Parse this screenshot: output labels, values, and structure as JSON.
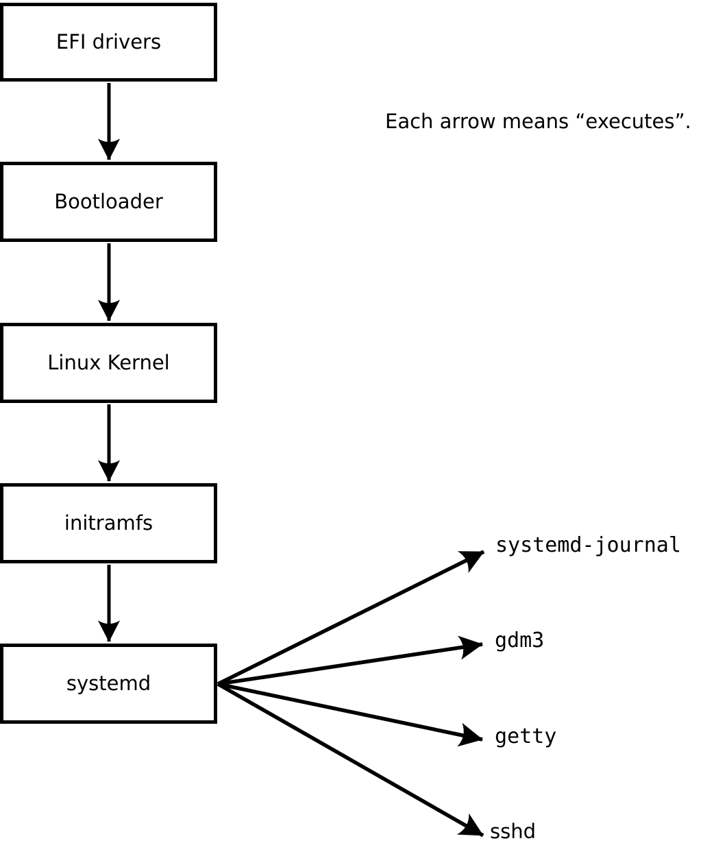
{
  "diagram": {
    "annotation": "Each arrow means “executes”.",
    "flow_nodes": [
      {
        "id": "efi-drivers",
        "label": "EFI drivers"
      },
      {
        "id": "bootloader",
        "label": "Bootloader"
      },
      {
        "id": "linux-kernel",
        "label": "Linux Kernel"
      },
      {
        "id": "initramfs",
        "label": "initramfs"
      },
      {
        "id": "systemd",
        "label": "systemd"
      }
    ],
    "flow_edges": [
      {
        "from": "efi-drivers",
        "to": "bootloader",
        "meaning": "executes"
      },
      {
        "from": "bootloader",
        "to": "linux-kernel",
        "meaning": "executes"
      },
      {
        "from": "linux-kernel",
        "to": "initramfs",
        "meaning": "executes"
      },
      {
        "from": "initramfs",
        "to": "systemd",
        "meaning": "executes"
      }
    ],
    "spawned_processes": [
      {
        "id": "systemd-journal",
        "label": "systemd-journal"
      },
      {
        "id": "gdm3",
        "label": "gdm3"
      },
      {
        "id": "getty",
        "label": "getty"
      },
      {
        "id": "sshd",
        "label": "sshd"
      }
    ],
    "spawn_edges": [
      {
        "from": "systemd",
        "to": "systemd-journal",
        "meaning": "executes"
      },
      {
        "from": "systemd",
        "to": "gdm3",
        "meaning": "executes"
      },
      {
        "from": "systemd",
        "to": "getty",
        "meaning": "executes"
      },
      {
        "from": "systemd",
        "to": "sshd",
        "meaning": "executes"
      }
    ],
    "colors": {
      "background": "#ffffff",
      "line": "#000000",
      "box_fill": "#ffffff",
      "box_border": "#000000",
      "text": "#000000"
    }
  }
}
